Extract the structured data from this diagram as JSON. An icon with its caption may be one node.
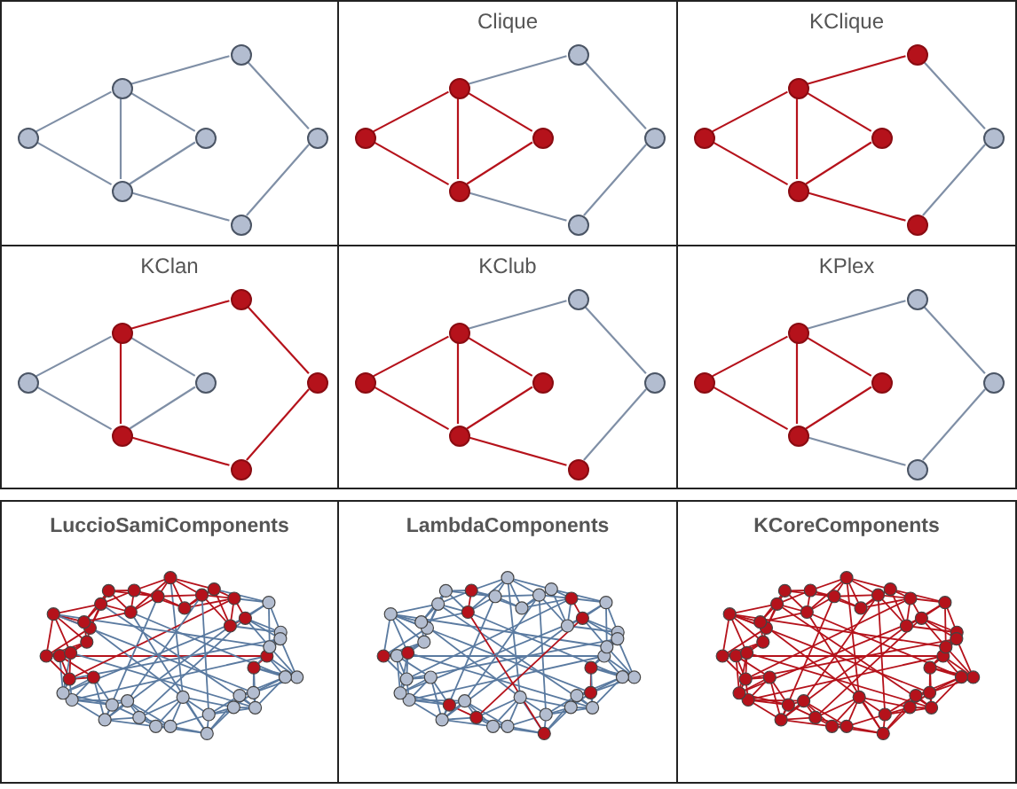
{
  "diagram": {
    "nodes": [
      {
        "text": [],
        "shape": "box"
      },
      {
        "text": [],
        "shape": "circle",
        "in": 0
      },
      {
        "text": [],
        "shape": "circle",
        "in": 0
      },
      {
        "text": [],
        "shape": "circle",
        "in": 0
      },
      {
        "text": [],
        "shape": "circle",
        "in": 0
      },
      {
        "text": [],
        "shape": "circle",
        "in": 0
      },
      {
        "text": [],
        "shape": "circle",
        "in": 0
      },
      {
        "text": [],
        "shape": "circle",
        "in": 0
      },
      {
        "text": [
          "Clique"
        ]
      },
      {
        "text": [],
        "shape": "circle",
        "in": 8
      },
      {
        "text": [],
        "shape": "circle",
        "in": 8
      },
      {
        "text": [],
        "shape": "circle",
        "in": 8
      },
      {
        "text": [],
        "shape": "circle",
        "in": 8
      },
      {
        "text": [],
        "shape": "circle",
        "in": 8
      },
      {
        "text": [],
        "shape": "circle",
        "in": 8
      },
      {
        "text": [],
        "shape": "circle",
        "in": 8
      },
      {
        "text": [
          "KClique"
        ]
      },
      {
        "text": [],
        "shape": "circle",
        "in": 16
      },
      {
        "text": [],
        "shape": "circle",
        "in": 16
      },
      {
        "text": [],
        "shape": "circle",
        "in": 16
      },
      {
        "text": [],
        "shape": "circle",
        "in": 16
      },
      {
        "text": [],
        "shape": "circle",
        "in": 16
      },
      {
        "text": [],
        "shape": "circle",
        "in": 16
      },
      {
        "text": [],
        "shape": "circle",
        "in": 16
      },
      {
        "text": [
          "KClan"
        ]
      },
      {
        "text": [],
        "shape": "circle",
        "in": 24
      },
      {
        "text": [],
        "shape": "circle",
        "in": 24
      },
      {
        "text": [],
        "shape": "circle",
        "in": 24
      },
      {
        "text": [],
        "shape": "circle",
        "in": 24
      },
      {
        "text": [],
        "shape": "circle",
        "in": 24
      },
      {
        "text": [],
        "shape": "circle",
        "in": 24
      },
      {
        "text": [],
        "shape": "circle",
        "in": 24
      },
      {
        "text": [
          "KClub"
        ]
      },
      {
        "text": [],
        "shape": "circle",
        "in": 32
      },
      {
        "text": [],
        "shape": "circle",
        "in": 32
      },
      {
        "text": [],
        "shape": "circle",
        "in": 32
      },
      {
        "text": [],
        "shape": "circle",
        "in": 32
      },
      {
        "text": [],
        "shape": "circle",
        "in": 32
      },
      {
        "text": [],
        "shape": "circle",
        "in": 32
      },
      {
        "text": [],
        "shape": "circle",
        "in": 32
      },
      {
        "text": [
          "KPlex"
        ]
      },
      {
        "text": [],
        "shape": "circle",
        "in": 40
      },
      {
        "text": [],
        "shape": "circle",
        "in": 40
      },
      {
        "text": [],
        "shape": "circle",
        "in": 40
      },
      {
        "text": [],
        "shape": "circle",
        "in": 40
      },
      {
        "text": [],
        "shape": "circle",
        "in": 40
      },
      {
        "text": [],
        "shape": "circle",
        "in": 40
      },
      {
        "text": [],
        "shape": "circle",
        "in": 40
      },
      {
        "text": [
          "LuccioSamiComponents"
        ]
      },
      {
        "text": [
          "LambdaComponents"
        ]
      },
      {
        "text": [
          "KCoreComponents"
        ]
      }
    ],
    "edges": [
      {
        "from": 1,
        "to": 2,
        "arrow": "none",
        "color": "#7f8fa6"
      },
      {
        "from": 1,
        "to": 3,
        "arrow": "none",
        "color": "#7f8fa6"
      },
      {
        "from": 2,
        "to": 3,
        "arrow": "none",
        "color": "#7f8fa6"
      },
      {
        "from": 2,
        "to": 4,
        "arrow": "none",
        "color": "#7f8fa6"
      },
      {
        "from": 3,
        "to": 4,
        "arrow": "none",
        "color": "#7f8fa6"
      },
      {
        "from": 2,
        "to": 5,
        "arrow": "none",
        "color": "#7f8fa6"
      },
      {
        "from": 5,
        "to": 6,
        "arrow": "none",
        "color": "#7f8fa6"
      },
      {
        "from": 6,
        "to": 7,
        "arrow": "none",
        "color": "#7f8fa6"
      },
      {
        "from": 7,
        "to": 3,
        "arrow": "none",
        "color": "#7f8fa6"
      },
      {
        "from": 9,
        "to": 10,
        "arrow": "none"
      },
      {
        "from": 9,
        "to": 11,
        "arrow": "none"
      },
      {
        "from": 10,
        "to": 11,
        "arrow": "none"
      },
      {
        "from": 10,
        "to": 12,
        "arrow": "none"
      },
      {
        "from": 11,
        "to": 12,
        "arrow": "none"
      },
      {
        "from": 10,
        "to": 13,
        "arrow": "none",
        "color": "#7f8fa6"
      },
      {
        "from": 13,
        "to": 14,
        "arrow": "none",
        "color": "#7f8fa6"
      },
      {
        "from": 14,
        "to": 15,
        "arrow": "none",
        "color": "#7f8fa6"
      },
      {
        "from": 15,
        "to": 11,
        "arrow": "none",
        "color": "#7f8fa6"
      },
      {
        "from": 17,
        "to": 18,
        "arrow": "none"
      },
      {
        "from": 17,
        "to": 19,
        "arrow": "none"
      },
      {
        "from": 18,
        "to": 19,
        "arrow": "none"
      },
      {
        "from": 18,
        "to": 20,
        "arrow": "none"
      },
      {
        "from": 19,
        "to": 20,
        "arrow": "none"
      },
      {
        "from": 18,
        "to": 21,
        "arrow": "none"
      },
      {
        "from": 21,
        "to": 22,
        "arrow": "none",
        "color": "#7f8fa6"
      },
      {
        "from": 22,
        "to": 23,
        "arrow": "none",
        "color": "#7f8fa6"
      },
      {
        "from": 23,
        "to": 19,
        "arrow": "none"
      },
      {
        "from": 25,
        "to": 26,
        "arrow": "none",
        "color": "#7f8fa6"
      },
      {
        "from": 25,
        "to": 27,
        "arrow": "none",
        "color": "#7f8fa6"
      },
      {
        "from": 26,
        "to": 27,
        "arrow": "none"
      },
      {
        "from": 26,
        "to": 28,
        "arrow": "none",
        "color": "#7f8fa6"
      },
      {
        "from": 27,
        "to": 28,
        "arrow": "none",
        "color": "#7f8fa6"
      },
      {
        "from": 26,
        "to": 29,
        "arrow": "none"
      },
      {
        "from": 29,
        "to": 30,
        "arrow": "none"
      },
      {
        "from": 30,
        "to": 31,
        "arrow": "none"
      },
      {
        "from": 31,
        "to": 27,
        "arrow": "none"
      },
      {
        "from": 33,
        "to": 34,
        "arrow": "none"
      },
      {
        "from": 33,
        "to": 35,
        "arrow": "none"
      },
      {
        "from": 34,
        "to": 35,
        "arrow": "none"
      },
      {
        "from": 34,
        "to": 36,
        "arrow": "none"
      },
      {
        "from": 35,
        "to": 36,
        "arrow": "none"
      },
      {
        "from": 34,
        "to": 37,
        "arrow": "none",
        "color": "#7f8fa6"
      },
      {
        "from": 37,
        "to": 38,
        "arrow": "none",
        "color": "#7f8fa6"
      },
      {
        "from": 38,
        "to": 39,
        "arrow": "none",
        "color": "#7f8fa6"
      },
      {
        "from": 39,
        "to": 35,
        "arrow": "none"
      },
      {
        "from": 41,
        "to": 42,
        "arrow": "none"
      },
      {
        "from": 41,
        "to": 43,
        "arrow": "none"
      },
      {
        "from": 42,
        "to": 43,
        "arrow": "none"
      },
      {
        "from": 42,
        "to": 44,
        "arrow": "none"
      },
      {
        "from": 43,
        "to": 44,
        "arrow": "none"
      },
      {
        "from": 42,
        "to": 45,
        "arrow": "none",
        "color": "#7f8fa6"
      },
      {
        "from": 45,
        "to": 46,
        "arrow": "none",
        "color": "#7f8fa6"
      },
      {
        "from": 46,
        "to": 47,
        "arrow": "none",
        "color": "#7f8fa6"
      },
      {
        "from": 47,
        "to": 43,
        "arrow": "none",
        "color": "#7f8fa6"
      }
    ]
  }
}
